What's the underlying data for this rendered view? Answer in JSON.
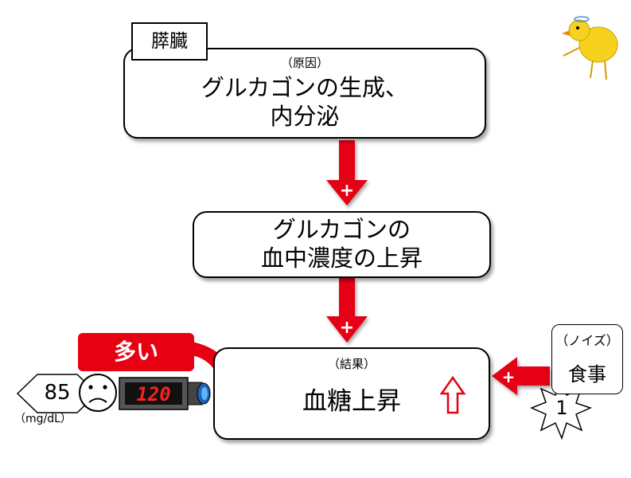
{
  "organ": "膵臓",
  "cause": {
    "label": "（原因）",
    "lines": [
      "グルカゴンの生成、",
      "内分泌"
    ]
  },
  "middle": {
    "lines": [
      "グルカゴンの",
      "血中濃度の上昇"
    ]
  },
  "result": {
    "label": "（結果）",
    "text": "血糖上昇",
    "arrow": "up"
  },
  "noise": {
    "label": "（ノイズ）",
    "value": "食事",
    "count": "1"
  },
  "plus_sign": "+",
  "meter": {
    "callout": "多い",
    "display": "120",
    "reference": "85",
    "unit": "（mg/dL）",
    "face": "sad-face-icon"
  },
  "colors": {
    "arrow": "#e60012",
    "display_text": "#ff2020",
    "callout": "#e60012"
  }
}
